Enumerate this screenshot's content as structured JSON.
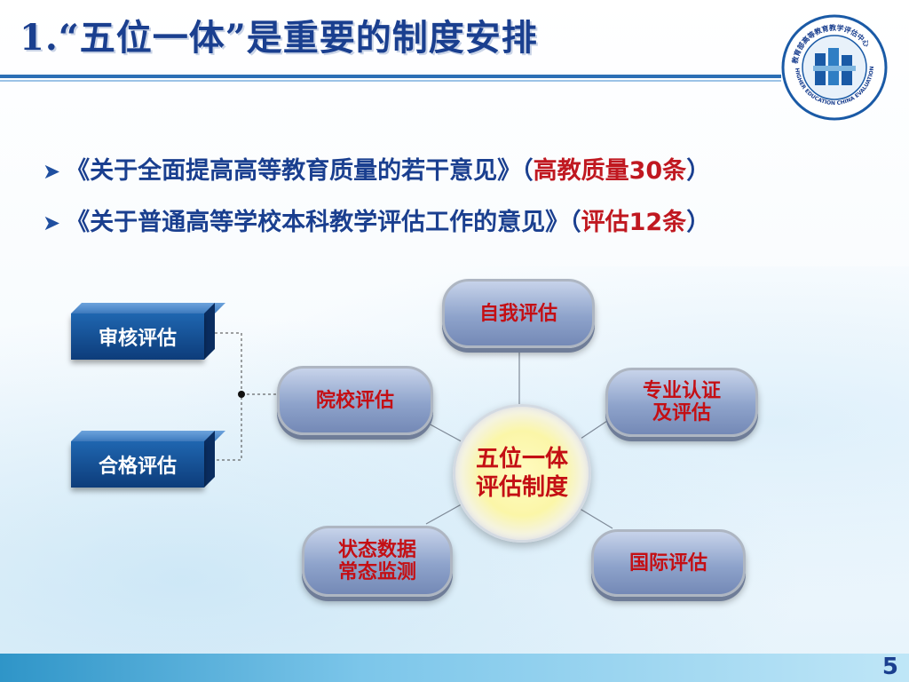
{
  "slide": {
    "title": "1.“五位一体”是重要的制度安排",
    "page_number": "5"
  },
  "logo": {
    "arc_text": "教育部高等教育教学评估中心",
    "english_text": "HIGHER EDUCATION CHINA EVALUATION CENTER"
  },
  "bullets": [
    {
      "text": "《关于全面提高高等教育质量的若干意见》（",
      "highlight": "高教质量30条",
      "close": "）"
    },
    {
      "text": "《关于普通高等学校本科教学评估工作的意见》（",
      "highlight": "评估12条",
      "close": "）"
    }
  ],
  "diagram": {
    "center": {
      "line1": "五位一体",
      "line2": "评估制度"
    },
    "nodes": {
      "self": "自我评估",
      "institution": "院校评估",
      "professional": {
        "line1": "专业认证",
        "line2": "及评估"
      },
      "status": {
        "line1": "状态数据",
        "line2": "常态监测"
      },
      "international": "国际评估"
    },
    "sub_nodes": {
      "audit": "审核评估",
      "qualified": "合格评估"
    }
  },
  "colors": {
    "title": "#1a3f8f",
    "highlight": "#c01820",
    "pill_text": "#c40f14",
    "box_fill": "#0d3c7a"
  }
}
